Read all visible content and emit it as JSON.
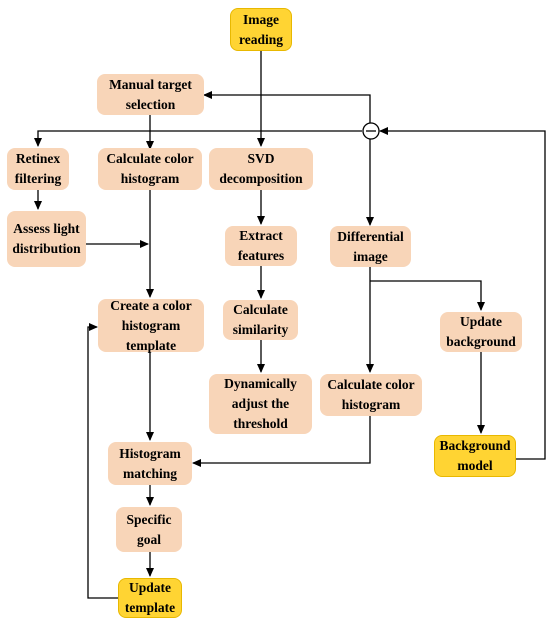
{
  "diagram": {
    "colors": {
      "process": "#f8d5b8",
      "terminal": "#ffd433",
      "line": "#000000"
    },
    "icons": {
      "junction": "minus-circle-icon"
    },
    "nodes": {
      "image_reading": "Image\nreading",
      "manual_target_selection": "Manual target\nselection",
      "retinex_filtering": "Retinex\nfiltering",
      "calculate_color_histogram_left": "Calculate color\nhistogram",
      "svd_decomposition": "SVD\ndecomposition",
      "assess_light_distribution": "Assess light\ndistribution",
      "extract_features": "Extract\nfeatures",
      "differential_image": "Differential\nimage",
      "create_color_histogram_template": "Create a color\nhistogram\ntemplate",
      "calculate_similarity": "Calculate\nsimilarity",
      "update_background": "Update\nbackground",
      "dynamically_adjust_threshold": "Dynamically\nadjust the\nthreshold",
      "calculate_color_histogram_right": "Calculate color\nhistogram",
      "histogram_matching": "Histogram\nmatching",
      "background_model": "Background\nmodel",
      "specific_goal": "Specific\ngoal",
      "update_template": "Update\ntemplate"
    }
  }
}
